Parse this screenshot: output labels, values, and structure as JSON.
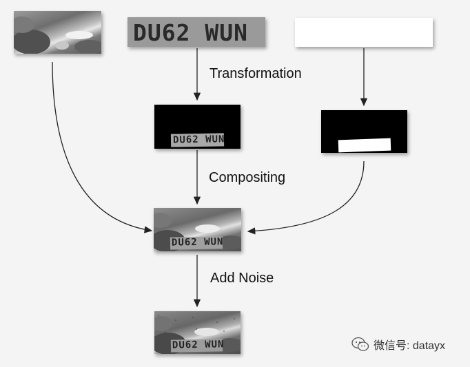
{
  "nodes": {
    "background_image": {
      "name": "background-photo"
    },
    "plate_image": {
      "text": "DU62 WUN"
    },
    "mask_input": {
      "name": "white-mask"
    },
    "transformed_plate": {
      "text": "DU62 WUN"
    },
    "transformed_mask": {
      "name": "transformed-mask"
    },
    "composited": {
      "text": "DU62 WUN"
    },
    "noisy_output": {
      "text": "DU62 WUN"
    }
  },
  "steps": {
    "transformation": "Transformation",
    "compositing": "Compositing",
    "add_noise": "Add Noise"
  },
  "watermark": {
    "text": "微信号: datayx",
    "icon": "wechat-icon"
  }
}
